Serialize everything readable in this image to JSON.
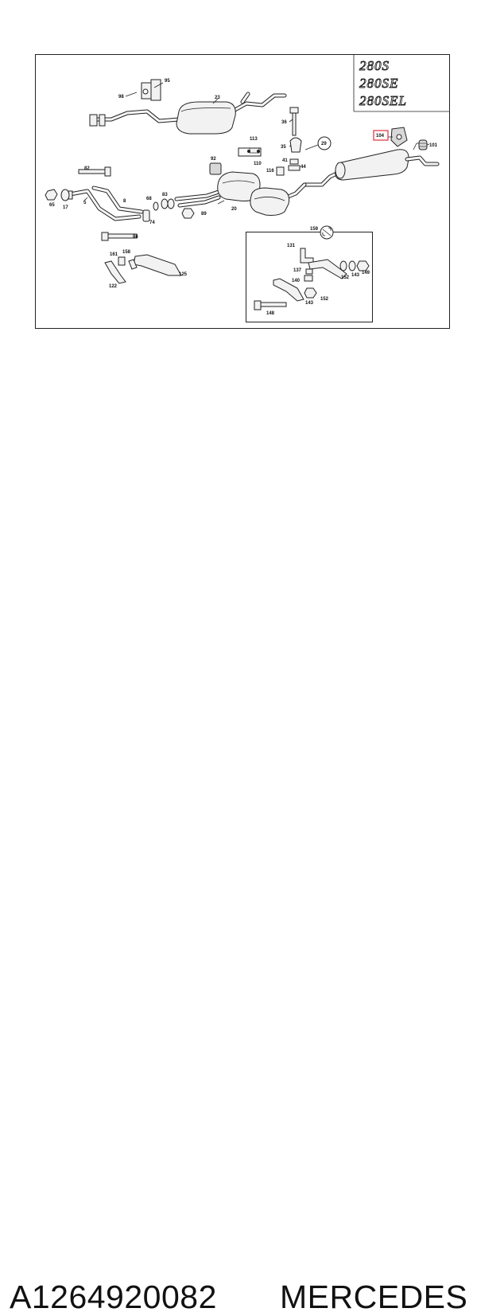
{
  "diagram": {
    "model_badges": [
      "280S",
      "280SE",
      "280SEL"
    ],
    "highlighted_callout": "104",
    "callouts": [
      {
        "id": "c95",
        "label": "95"
      },
      {
        "id": "c98",
        "label": "98"
      },
      {
        "id": "c23",
        "label": "23"
      },
      {
        "id": "c36",
        "label": "36"
      },
      {
        "id": "c113",
        "label": "113"
      },
      {
        "id": "c35",
        "label": "35"
      },
      {
        "id": "c29",
        "label": "29"
      },
      {
        "id": "c104",
        "label": "104"
      },
      {
        "id": "c101",
        "label": "101"
      },
      {
        "id": "c110",
        "label": "110"
      },
      {
        "id": "c41",
        "label": "41"
      },
      {
        "id": "c44",
        "label": "44"
      },
      {
        "id": "c116",
        "label": "116"
      },
      {
        "id": "c92",
        "label": "92"
      },
      {
        "id": "c82",
        "label": "82"
      },
      {
        "id": "c8",
        "label": "8"
      },
      {
        "id": "c5",
        "label": "5"
      },
      {
        "id": "c65",
        "label": "65"
      },
      {
        "id": "c17",
        "label": "17"
      },
      {
        "id": "c68",
        "label": "68"
      },
      {
        "id": "c83",
        "label": "83"
      },
      {
        "id": "c74",
        "label": "74"
      },
      {
        "id": "c20",
        "label": "20"
      },
      {
        "id": "c89",
        "label": "89"
      },
      {
        "id": "c86",
        "label": "86"
      },
      {
        "id": "c161",
        "label": "161"
      },
      {
        "id": "c158",
        "label": "158"
      },
      {
        "id": "c125",
        "label": "125"
      },
      {
        "id": "c122",
        "label": "122"
      },
      {
        "id": "c159",
        "label": "159"
      },
      {
        "id": "c131",
        "label": "131"
      },
      {
        "id": "c137",
        "label": "137"
      },
      {
        "id": "c140",
        "label": "140"
      },
      {
        "id": "c152a",
        "label": "152"
      },
      {
        "id": "c143a",
        "label": "143"
      },
      {
        "id": "c149",
        "label": "149"
      },
      {
        "id": "c152b",
        "label": "152"
      },
      {
        "id": "c143b",
        "label": "143"
      },
      {
        "id": "c148",
        "label": "148"
      }
    ]
  },
  "caption": {
    "part_number": "A1264920082",
    "brand": "MERCEDES"
  },
  "colors": {
    "highlight": "#e0303a",
    "ink": "#222222"
  }
}
